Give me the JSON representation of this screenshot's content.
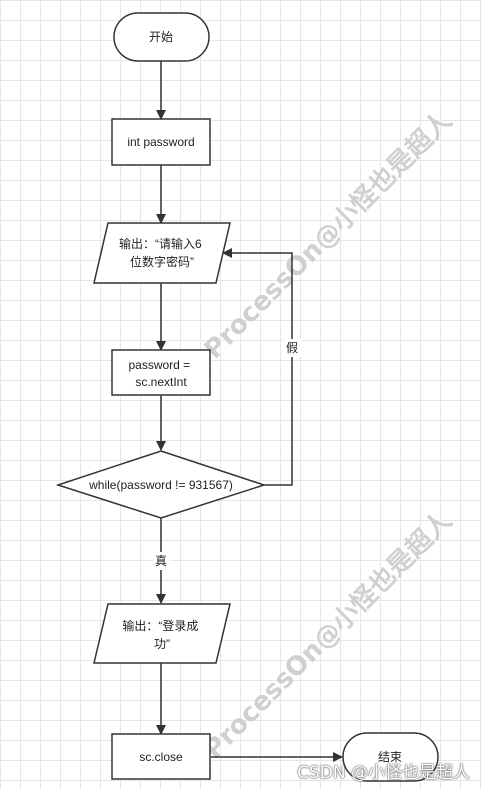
{
  "watermark": "ProcessOn@小怪也是超人",
  "footer": {
    "credit": "CSDN @小怪也是超人"
  },
  "nodes": {
    "start": "开始",
    "declare": "int password",
    "prompt": [
      "输出：“请输入6",
      "位数字密码”"
    ],
    "read": [
      "password =",
      "sc.nextInt"
    ],
    "loop": "while(password != 931567)",
    "success": [
      "输出：“登录成",
      "功”"
    ],
    "close": "sc.close",
    "end": "结束"
  },
  "edges": {
    "false_label": "假",
    "true_label": "真"
  },
  "colors": {
    "stroke": "#333333",
    "fill": "#ffffff"
  }
}
